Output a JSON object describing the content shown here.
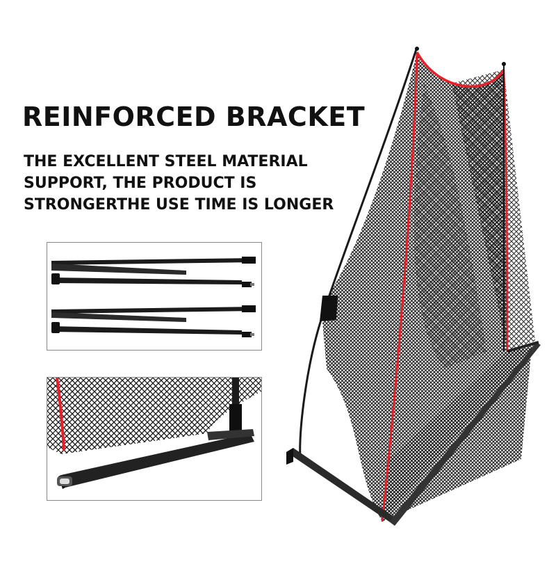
{
  "heading": "REINFORCED BRACKET",
  "description": {
    "line1": "THE EXCELLENT STEEL MATERIAL",
    "line2": "SUPPORT, THE PRODUCT IS",
    "line3": "STRONGERTHE USE TIME IS LONGER"
  },
  "colors": {
    "text": "#111111",
    "net": "#1a1a1a",
    "trim": "#e8202a",
    "frame": "#222222",
    "inset_border": "#8a8a8a"
  },
  "images": {
    "main": "golf-practice-net-product-photo",
    "inset_top": "folded-steel-poles-photo",
    "inset_bottom": "base-frame-closeup-photo"
  }
}
